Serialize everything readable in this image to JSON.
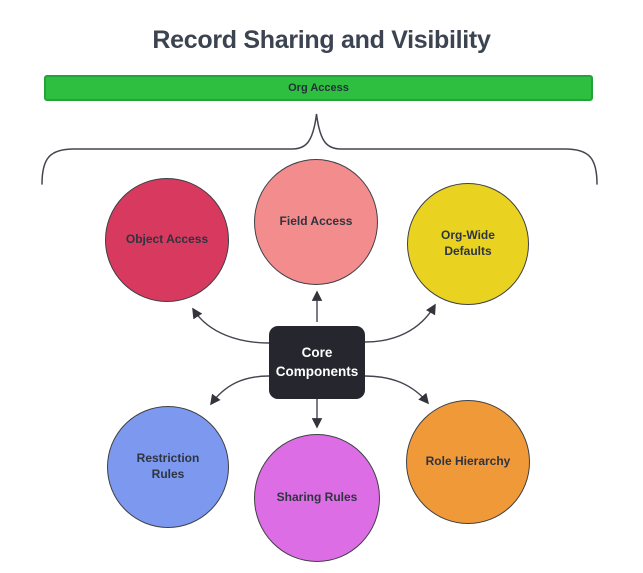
{
  "title": "Record Sharing and Visibility",
  "org_bar": {
    "label": "Org Access",
    "fill": "#2ebe40",
    "border": "#23a33a"
  },
  "center": {
    "label": "Core Components",
    "fill": "#26262e",
    "text_color": "#ffffff"
  },
  "nodes": [
    {
      "id": "object-access",
      "label": "Object Access",
      "fill": "#d8395e"
    },
    {
      "id": "field-access",
      "label": "Field Access",
      "fill": "#f38c8c"
    },
    {
      "id": "org-wide-defaults",
      "label": "Org-Wide Defaults",
      "fill": "#e9d320"
    },
    {
      "id": "restriction-rules",
      "label": "Restriction Rules",
      "fill": "#7c99ef"
    },
    {
      "id": "sharing-rules",
      "label": "Sharing Rules",
      "fill": "#dd6de4"
    },
    {
      "id": "role-hierarchy",
      "label": "Role Hierarchy",
      "fill": "#ef9939"
    }
  ],
  "edges": [
    {
      "from": "core-components",
      "to": "object-access"
    },
    {
      "from": "core-components",
      "to": "field-access"
    },
    {
      "from": "core-components",
      "to": "org-wide-defaults"
    },
    {
      "from": "core-components",
      "to": "restriction-rules"
    },
    {
      "from": "core-components",
      "to": "sharing-rules"
    },
    {
      "from": "core-components",
      "to": "role-hierarchy"
    }
  ],
  "brace": {
    "groups": "all circles",
    "points_to": "Org Access"
  },
  "stroke_color": "#44454f"
}
